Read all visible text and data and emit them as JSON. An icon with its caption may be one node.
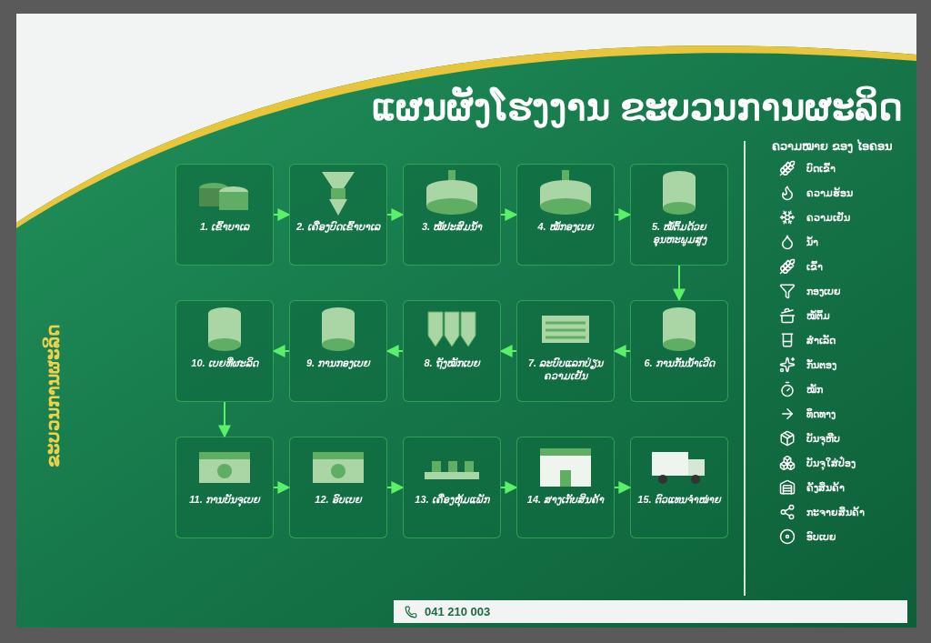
{
  "diagram": {
    "title": "ແຜນຜັງໂຮງງານ ຂະບວນການຜະລິດ",
    "nodes": [
      {
        "text": [
          "1. ເຂົ້າບາເລ"
        ]
      },
      {
        "text": [
          "2. ເຄື່ອງບົດເຂົ້າບາເລ"
        ]
      },
      {
        "text": [
          "3. ໝໍ້ປະສົມນ້ຳ"
        ]
      },
      {
        "text": [
          "4. ໝໍ້ກອງເບຍ"
        ]
      },
      {
        "text": [
          "5. ໝໍ້ຕົ້ມດ້ວຍອຸນຫະພູມສູງ"
        ]
      },
      {
        "text": [
          "6. ການກັ່ນນ້ຳເວີດ"
        ]
      },
      {
        "text": [
          "7. ລະບົບແລກປ່ຽນຄວາມເຢັນ"
        ]
      },
      {
        "text": [
          "8. ຖັງໝັກເບຍ"
        ]
      },
      {
        "text": [
          "9. ການກອງເບຍ"
        ]
      },
      {
        "text": [
          "10. ເບຍທີ່ຜະລິດ"
        ]
      },
      {
        "text": [
          "11. ການບັນຈຸເບຍ"
        ]
      },
      {
        "text": [
          "12. ອົບເບຍ"
        ]
      },
      {
        "text": [
          "13. ເຄື່ອງຫຸ້ມແພັກ"
        ]
      },
      {
        "text": [
          "14. ສາງເກັບສິນຄ້າ"
        ]
      },
      {
        "text": [
          "15. ຕົວແທນຈຳໜ່າຍ"
        ]
      }
    ],
    "edges": [
      {
        "from": 0,
        "to": 1,
        "arrow": "to"
      },
      {
        "from": 1,
        "to": 2,
        "arrow": "to"
      },
      {
        "from": 2,
        "to": 3,
        "arrow": "to"
      },
      {
        "from": 3,
        "to": 4,
        "arrow": "to"
      },
      {
        "from": 4,
        "to": 5,
        "arrow": "to"
      },
      {
        "from": 5,
        "to": 6,
        "arrow": "to"
      },
      {
        "from": 6,
        "to": 7,
        "arrow": "to"
      },
      {
        "from": 7,
        "to": 8,
        "arrow": "to"
      },
      {
        "from": 8,
        "to": 9,
        "arrow": "to"
      },
      {
        "from": 9,
        "to": 10,
        "arrow": "to"
      },
      {
        "from": 10,
        "to": 11,
        "arrow": "to"
      },
      {
        "from": 11,
        "to": 12,
        "arrow": "to"
      },
      {
        "from": 12,
        "to": 13,
        "arrow": "to"
      },
      {
        "from": 13,
        "to": 14,
        "arrow": "to"
      }
    ],
    "labels": [
      "ຂະບວນການຜະລິດ",
      "ຄວາມໝາຍ ຂອງ ໄອຄອນ",
      "041 210 003"
    ],
    "legend": [
      {
        "text": "ບົດເຂົ້າ"
      },
      {
        "text": "ຄວາມຮ້ອນ"
      },
      {
        "text": "ຄວາມເຢັນ"
      },
      {
        "text": "ນ້ຳ"
      },
      {
        "text": "ເຂົ້າ"
      },
      {
        "text": "ກອງເບຍ"
      },
      {
        "text": "ໝໍ້ຕົ້ມ"
      },
      {
        "text": "ສຳເລັດ"
      },
      {
        "text": "ກັ່ນຕອງ"
      },
      {
        "text": "ໝັກ"
      },
      {
        "text": "ທິດທາງ"
      },
      {
        "text": "ບັນຈຸຫີບ"
      },
      {
        "text": "ບັນຈຸໃສ່ປ໋ອງ"
      },
      {
        "text": "ຄັງສິນຄ້າ"
      },
      {
        "text": "ກະຈາຍສິນຄ້າ"
      },
      {
        "text": "ອົບເບຍ"
      }
    ]
  }
}
